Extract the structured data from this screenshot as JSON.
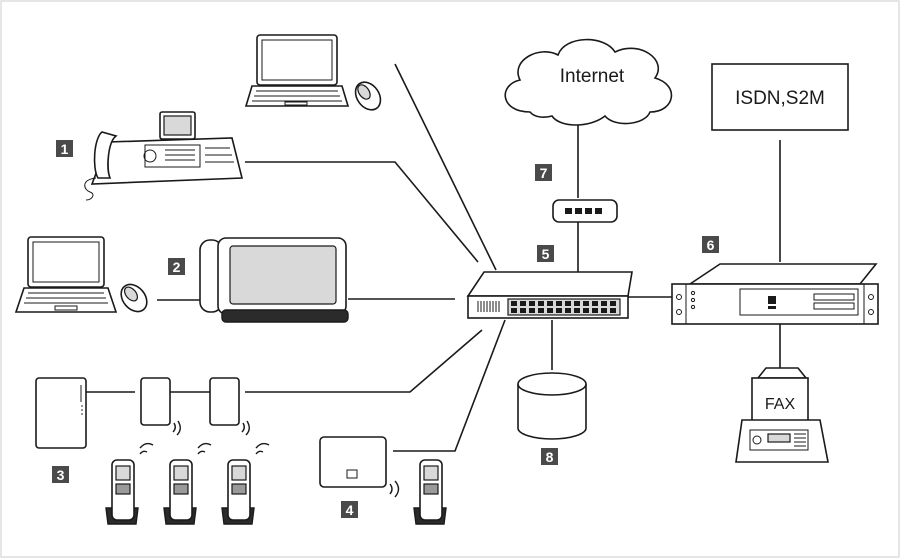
{
  "labels": {
    "internet": "Internet",
    "isdn": "ISDN,S2M",
    "fax": "FAX"
  },
  "badges": {
    "b1": "1",
    "b2": "2",
    "b3": "3",
    "b4": "4",
    "b5": "5",
    "b6": "6",
    "b7": "7",
    "b8": "8"
  }
}
